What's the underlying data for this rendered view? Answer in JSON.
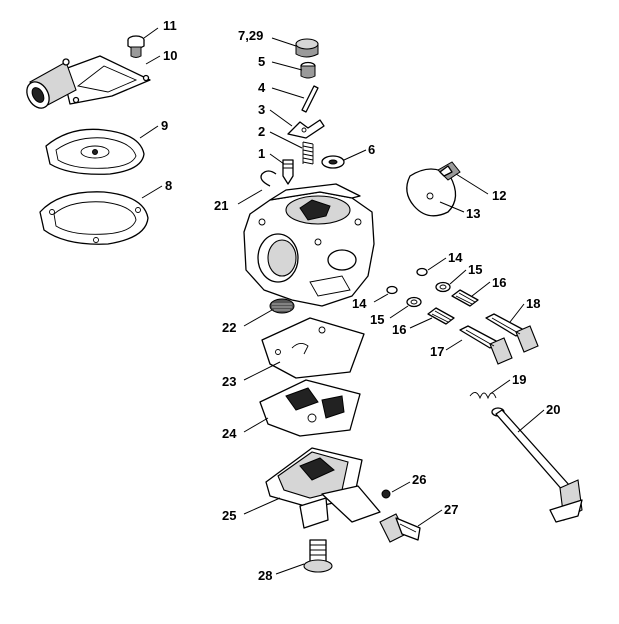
{
  "diagram": {
    "labels": {
      "p1": "1",
      "p2": "2",
      "p3": "3",
      "p4": "4",
      "p5": "5",
      "p6": "6",
      "p7_29": "7,29",
      "p8": "8",
      "p9": "9",
      "p10": "10",
      "p11": "11",
      "p12": "12",
      "p13": "13",
      "p14a": "14",
      "p14b": "14",
      "p15a": "15",
      "p15b": "15",
      "p16a": "16",
      "p16b": "16",
      "p17": "17",
      "p18": "18",
      "p19": "19",
      "p20": "20",
      "p21": "21",
      "p22": "22",
      "p23": "23",
      "p24": "24",
      "p25": "25",
      "p26": "26",
      "p27": "27",
      "p28": "28"
    }
  }
}
